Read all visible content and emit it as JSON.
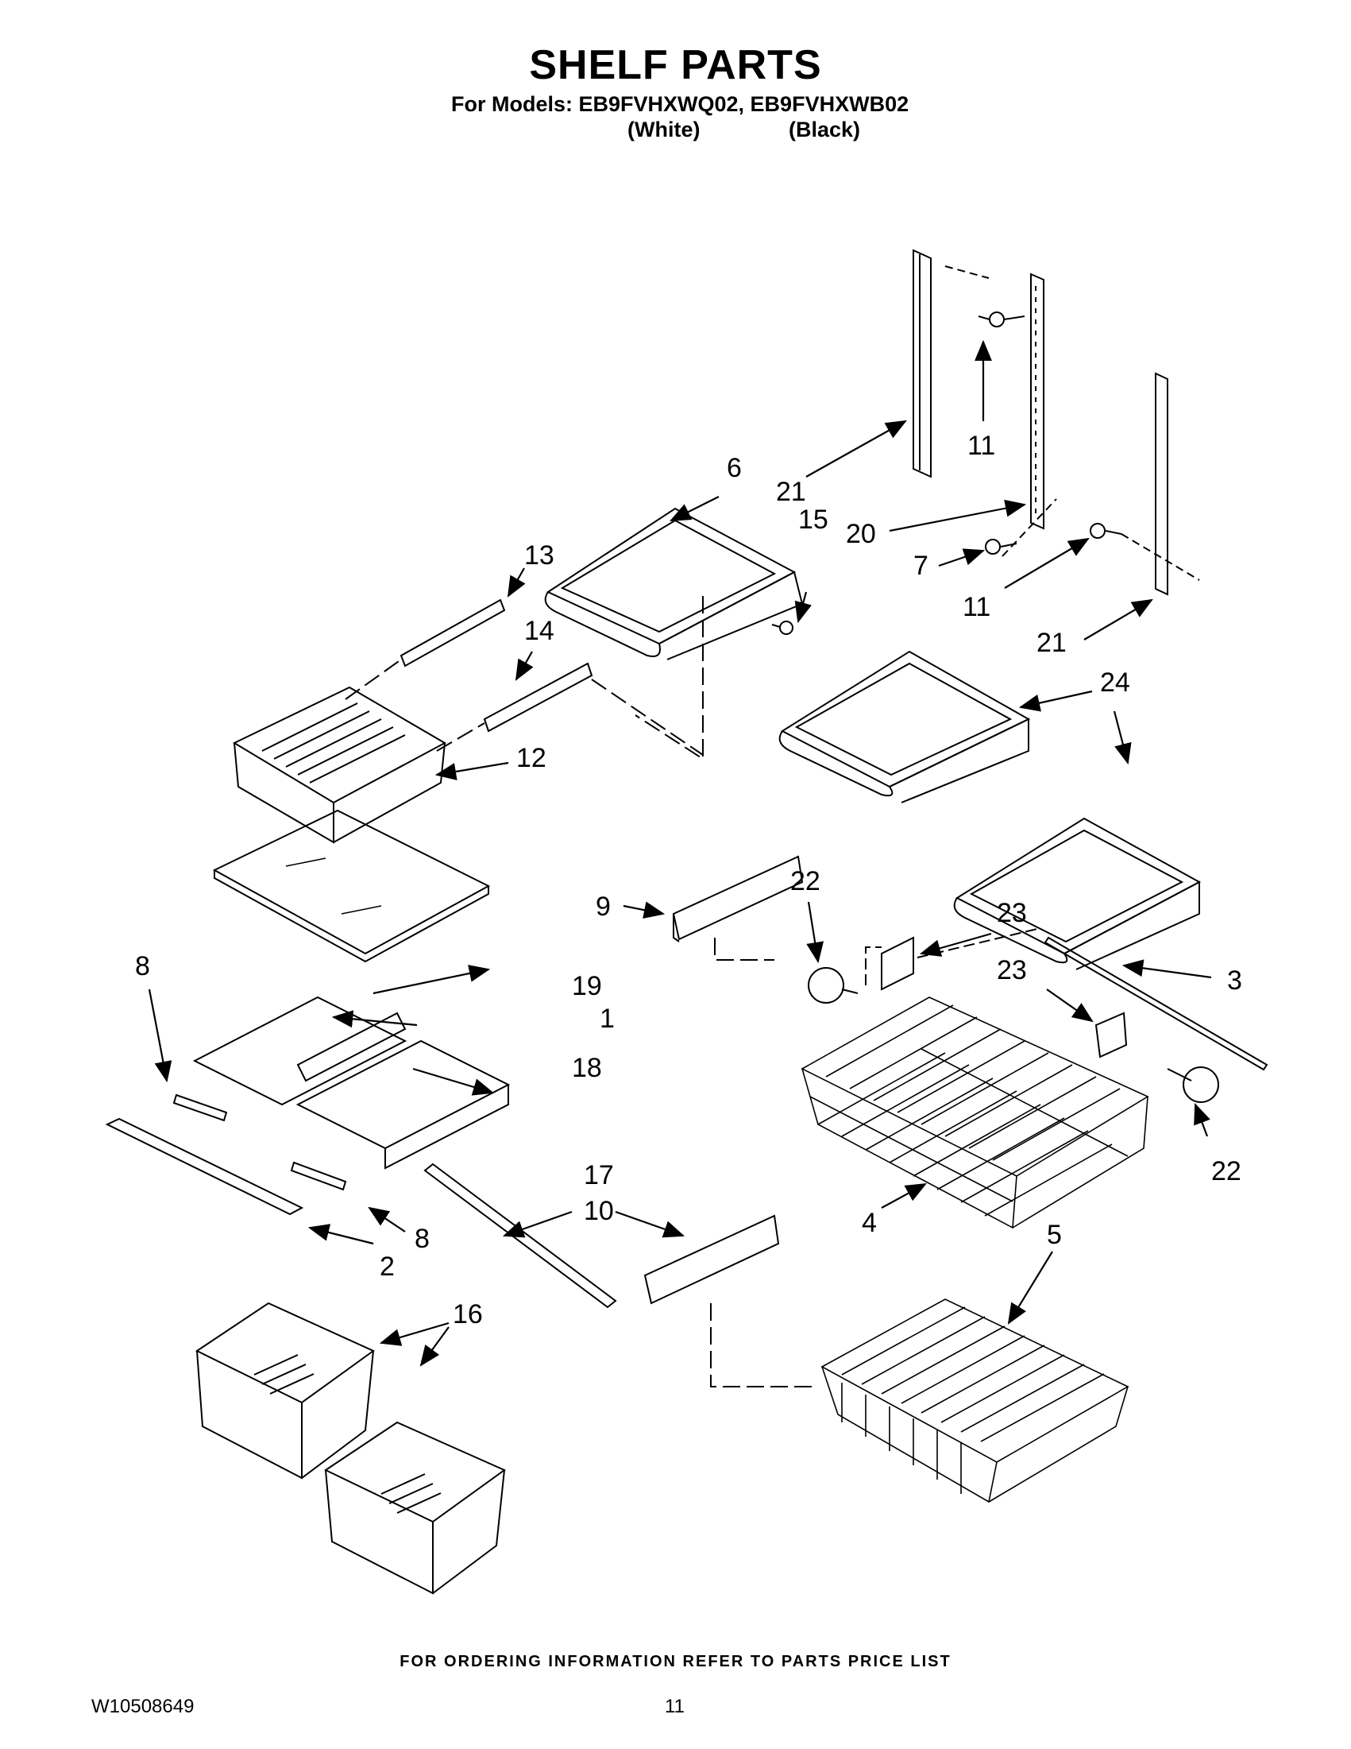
{
  "header": {
    "title": "SHELF PARTS",
    "models_line": "For Models: EB9FVHXWQ02, EB9FVHXWB02",
    "variant_white": "(White)",
    "variant_black": "(Black)"
  },
  "callouts": {
    "c1": "1",
    "c2": "2",
    "c3": "3",
    "c4": "4",
    "c5": "5",
    "c6": "6",
    "c7": "7",
    "c8a": "8",
    "c8b": "8",
    "c9": "9",
    "c10": "10",
    "c11a": "11",
    "c11b": "11",
    "c12": "12",
    "c13": "13",
    "c14": "14",
    "c15": "15",
    "c16": "16",
    "c17": "17",
    "c18": "18",
    "c19": "19",
    "c20": "20",
    "c21a": "21",
    "c21b": "21",
    "c22a": "22",
    "c22b": "22",
    "c23a": "23",
    "c23b": "23",
    "c24": "24"
  },
  "footer": {
    "ordering_info": "FOR ORDERING INFORMATION REFER TO PARTS PRICE LIST",
    "doc_number": "W10508649",
    "page_number": "11"
  }
}
